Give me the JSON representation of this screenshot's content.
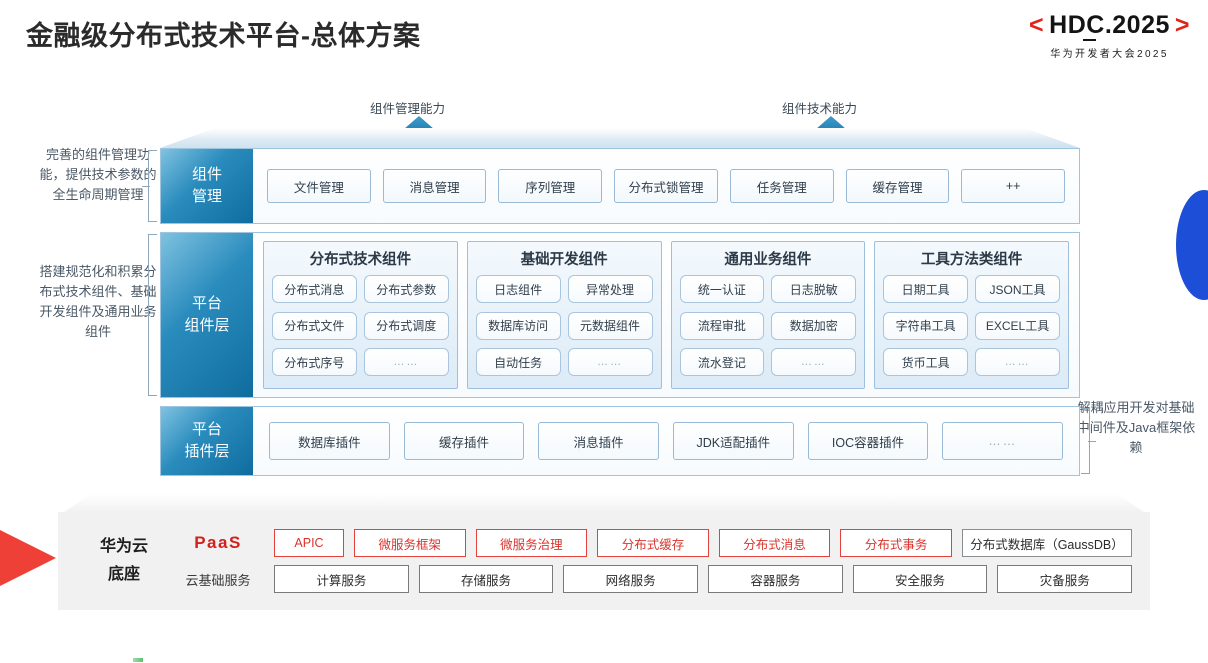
{
  "header": {
    "title": "金融级分布式技术平台-总体方案",
    "logo": {
      "left_bracket": "<",
      "main": "HDC.2025",
      "right_bracket": ">",
      "subtitle": "华为开发者大会2025",
      "bracket_color": "#e2231a"
    }
  },
  "callouts": {
    "left_arrow_label": "组件管理能力",
    "right_arrow_label": "组件技术能力"
  },
  "side_notes": {
    "note_top": "完善的组件管理功能，提供技术参数的全生命周期管理",
    "note_mid": "搭建规范化和积累分布式技术组件、基础开发组件及通用业务组件",
    "note_right": "解耦应用开发对基础中间件及Java框架依赖"
  },
  "layers": {
    "component_management": {
      "tag_line1": "组件",
      "tag_line2": "管理",
      "items": [
        "文件管理",
        "消息管理",
        "序列管理",
        "分布式锁管理",
        "任务管理",
        "缓存管理",
        "++"
      ]
    },
    "platform_component": {
      "tag_line1": "平台",
      "tag_line2": "组件层",
      "groups": [
        {
          "title": "分布式技术组件",
          "items": [
            "分布式消息",
            "分布式参数",
            "分布式文件",
            "分布式调度",
            "分布式序号",
            "……"
          ]
        },
        {
          "title": "基础开发组件",
          "items": [
            "日志组件",
            "异常处理",
            "数据库访问",
            "元数据组件",
            "自动任务",
            "……"
          ]
        },
        {
          "title": "通用业务组件",
          "items": [
            "统一认证",
            "日志脱敏",
            "流程审批",
            "数据加密",
            "流水登记",
            "……"
          ]
        },
        {
          "title": "工具方法类组件",
          "items": [
            "日期工具",
            "JSON工具",
            "字符串工具",
            "EXCEL工具",
            "货币工具",
            "……"
          ]
        }
      ]
    },
    "platform_plugin": {
      "tag_line1": "平台",
      "tag_line2": "插件层",
      "items": [
        "数据库插件",
        "缓存插件",
        "消息插件",
        "JDK适配插件",
        "IOC容器插件",
        "……"
      ]
    }
  },
  "base": {
    "title_line1": "华为云",
    "title_line2": "底座",
    "paas_label": "PaaS",
    "cloud_label": "云基础服务",
    "paas_items": [
      {
        "label": "APIC",
        "highlight": true
      },
      {
        "label": "微服务框架",
        "highlight": true
      },
      {
        "label": "微服务治理",
        "highlight": true
      },
      {
        "label": "分布式缓存",
        "highlight": true
      },
      {
        "label": "分布式消息",
        "highlight": true
      },
      {
        "label": "分布式事务",
        "highlight": true
      },
      {
        "label": "分布式数据库（GaussDB）",
        "highlight": false
      }
    ],
    "cloud_items": [
      "计算服务",
      "存储服务",
      "网络服务",
      "容器服务",
      "安全服务",
      "灾备服务"
    ]
  },
  "theme": {
    "accent_blue": "#0f6d9e",
    "accent_red": "#e2231a",
    "panel_gray": "#f1f1f1"
  }
}
